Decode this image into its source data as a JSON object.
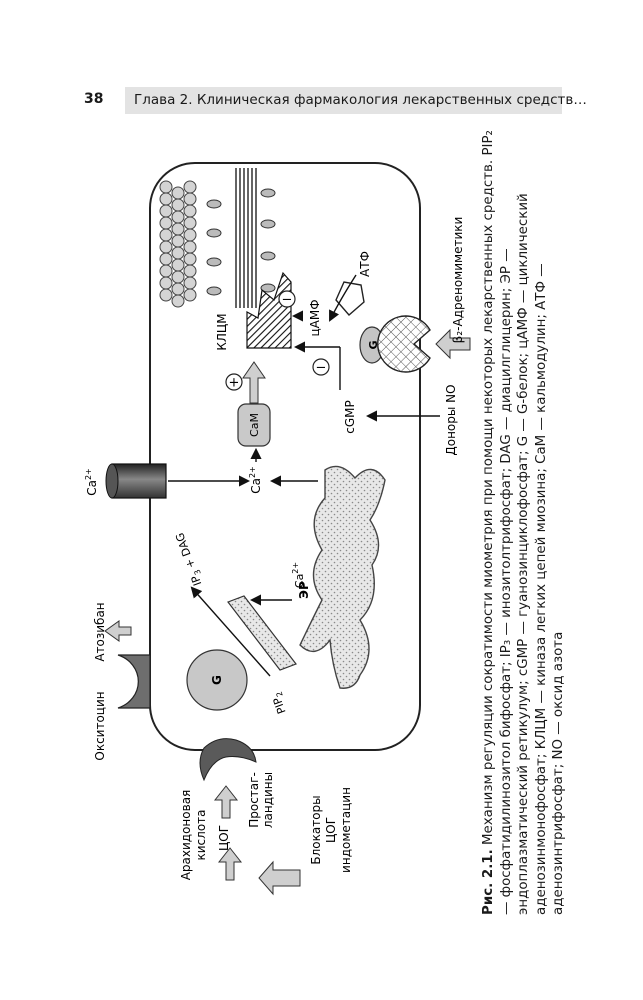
{
  "header": {
    "page_number": "38",
    "running_title": "Глава 2. Клиническая фармакология лекарственных средств…"
  },
  "figure": {
    "labels": {
      "oxytocin": "Окситоцин",
      "atosiban": "Атозибан",
      "arachidonic_1": "Арахидоновая",
      "arachidonic_2": "кислота",
      "cox": "ЦОГ",
      "prostaglandins_1": "Простаг-",
      "prostaglandins_2": "ландины",
      "blockers_1": "Блокаторы",
      "blockers_2": "ЦОГ",
      "blockers_3": "индометацин",
      "g_left": "G",
      "pip2": "PIP",
      "pip2_sub": "2",
      "ip3_dag": "IP",
      "ip3_sub": "3",
      "ip3_dag_rest": " + DAG",
      "ca_er": "Ca",
      "ca_sup": "2+",
      "er": "ЭР",
      "ca_channel": "Ca",
      "ca_center": "Ca",
      "cam": "CaM",
      "plus": "+",
      "minus_1": "−",
      "minus_2": "−",
      "klcm": "КЛЦМ",
      "camp": "цАМФ",
      "atp": "АТФ",
      "g_right": "G",
      "cgmp": "cGMP",
      "beta_agonists": "β₂-Адреномиметики",
      "no_donors": "Доноры NO"
    }
  },
  "caption": {
    "lead": "Рис. 2.1.",
    "text": " Механизм регуляции сократимости миометрия при помощи некоторых лекарственных средств. PIP₂ — фосфатидилинозитол бифосфат; IP₃ — инозитолтрифосфат; DAG — диацилглицерин; ЭР — эндоплазматический ретикулум; cGMP — гуанозинциклофосфат; G — G-белок; цАМФ — циклический аденозинмонофосфат; КЛЦМ — киназа легких цепей миозина; CaM — кальмодулин; АТФ — аденозинтрифосфат; NO — оксид азота"
  }
}
